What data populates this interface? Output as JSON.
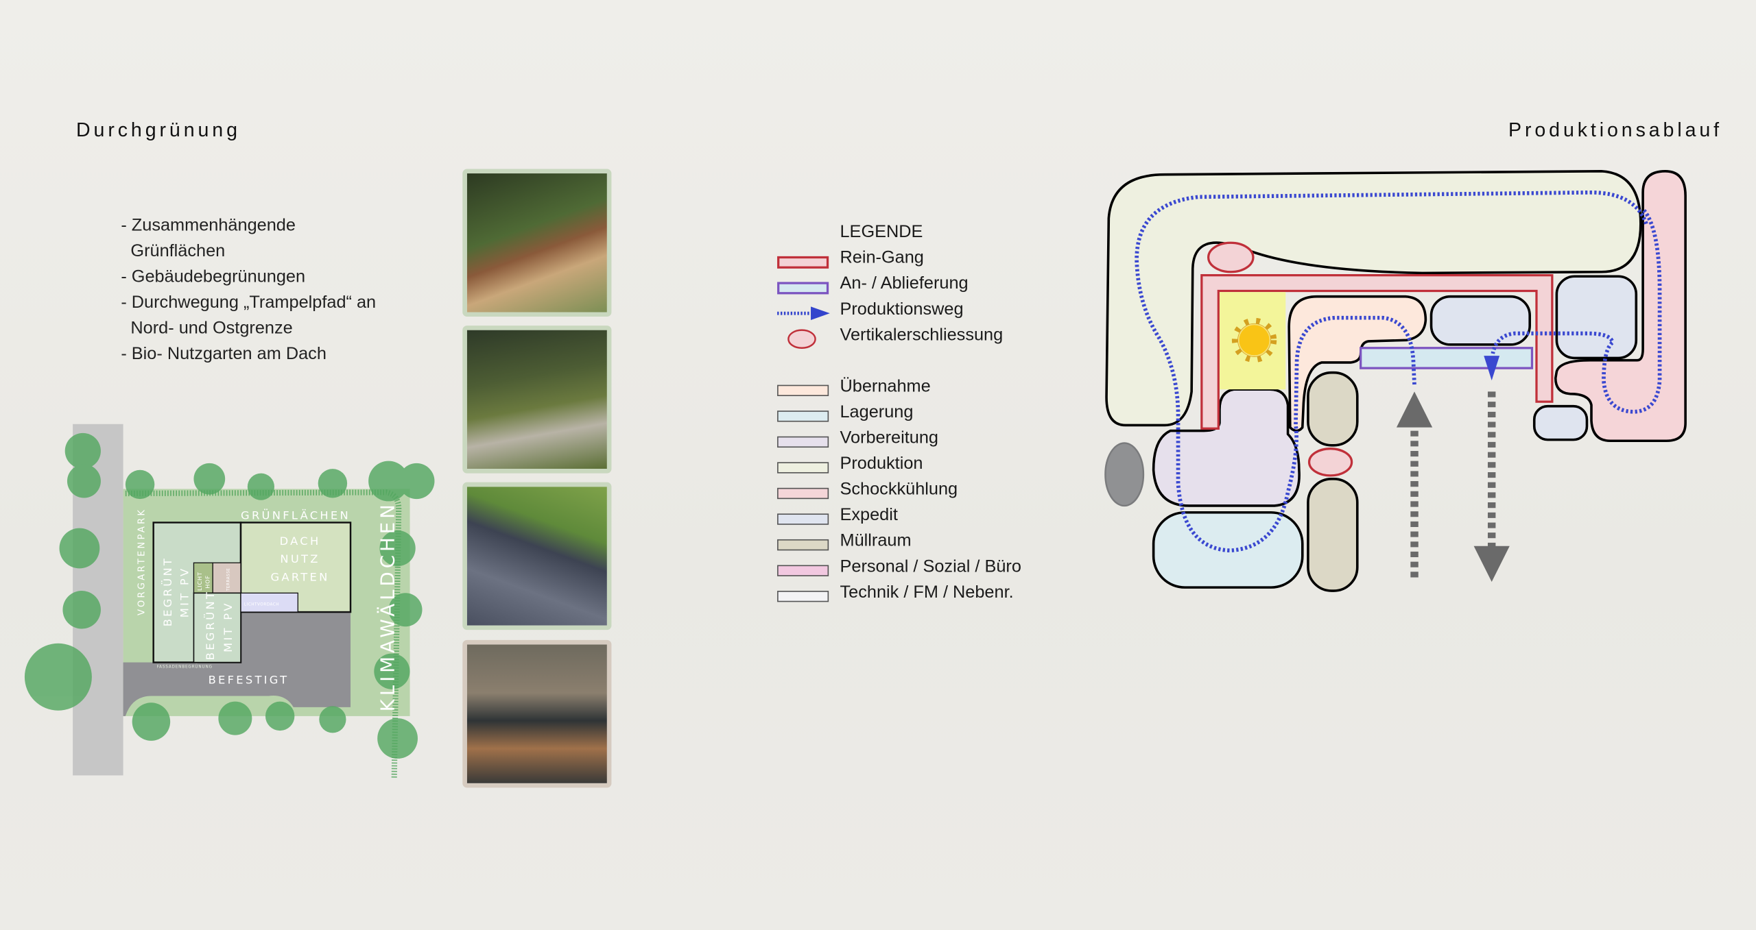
{
  "left_section": {
    "title": "Durchgrünung",
    "bullets": [
      "- Zusammenhängende",
      "  Grünflächen",
      "- Gebäudebegrünungen",
      "- Durchwegung „Trampelpfad“ an",
      "  Nord- und Ostgrenze",
      "- Bio- Nutzgarten am Dach"
    ],
    "site_plan": {
      "labels": {
        "gruenflaechen": "GRÜNFLÄCHEN",
        "vorgartenpark": "VORGARTENPARK",
        "dach1": "DACH",
        "dach2": "NUTZ",
        "dach3": "GARTEN",
        "begruent": "BEGRÜNT",
        "mit_pv": "MIT PV",
        "licht": "LICHT",
        "hof": "HOF",
        "terrasse": "TERRASSE",
        "lichtvordach": "LICHTVORDACH",
        "fassade": "FASSADENBEGRÜNUNG",
        "befestigt": "BEFESTIGT",
        "klimawaeldchen": "KLIMAWÄLDCHEN"
      }
    },
    "photos": [
      "vegetable-garden-photo",
      "raised-bed-photo",
      "green-roof-pv-photo",
      "people-at-cafe-table-photo"
    ]
  },
  "legend": {
    "title": "LEGENDE",
    "lines": [
      {
        "label": "Rein-Gang",
        "fill": "#f3d3d6",
        "stroke": "#c0303a"
      },
      {
        "label": "An- / Ablieferung",
        "fill": "#d5e9f0",
        "stroke": "#7c55c0"
      },
      {
        "label": "Produktionsweg",
        "stroke": "#3344cc"
      },
      {
        "label": "Vertikalerschliessung",
        "fill": "#f3d3d6",
        "stroke": "#c0303a"
      }
    ],
    "areas": [
      {
        "label": "Übernahme",
        "color": "#fde8dc"
      },
      {
        "label": "Lagerung",
        "color": "#dcecf0"
      },
      {
        "label": "Vorbereitung",
        "color": "#e6e0ec"
      },
      {
        "label": "Produktion",
        "color": "#eef0e0"
      },
      {
        "label": "Schockkühlung",
        "color": "#f5d5d8"
      },
      {
        "label": "Expedit",
        "color": "#dfe4ef"
      },
      {
        "label": "Müllraum",
        "color": "#dcd8c6"
      },
      {
        "label": "Personal / Sozial / Büro",
        "color": "#f2c8e0"
      },
      {
        "label": "Technik / FM / Nebenr.",
        "color": "#f3f3f5"
      }
    ]
  },
  "right_section": {
    "title": "Produktionsablauf"
  }
}
